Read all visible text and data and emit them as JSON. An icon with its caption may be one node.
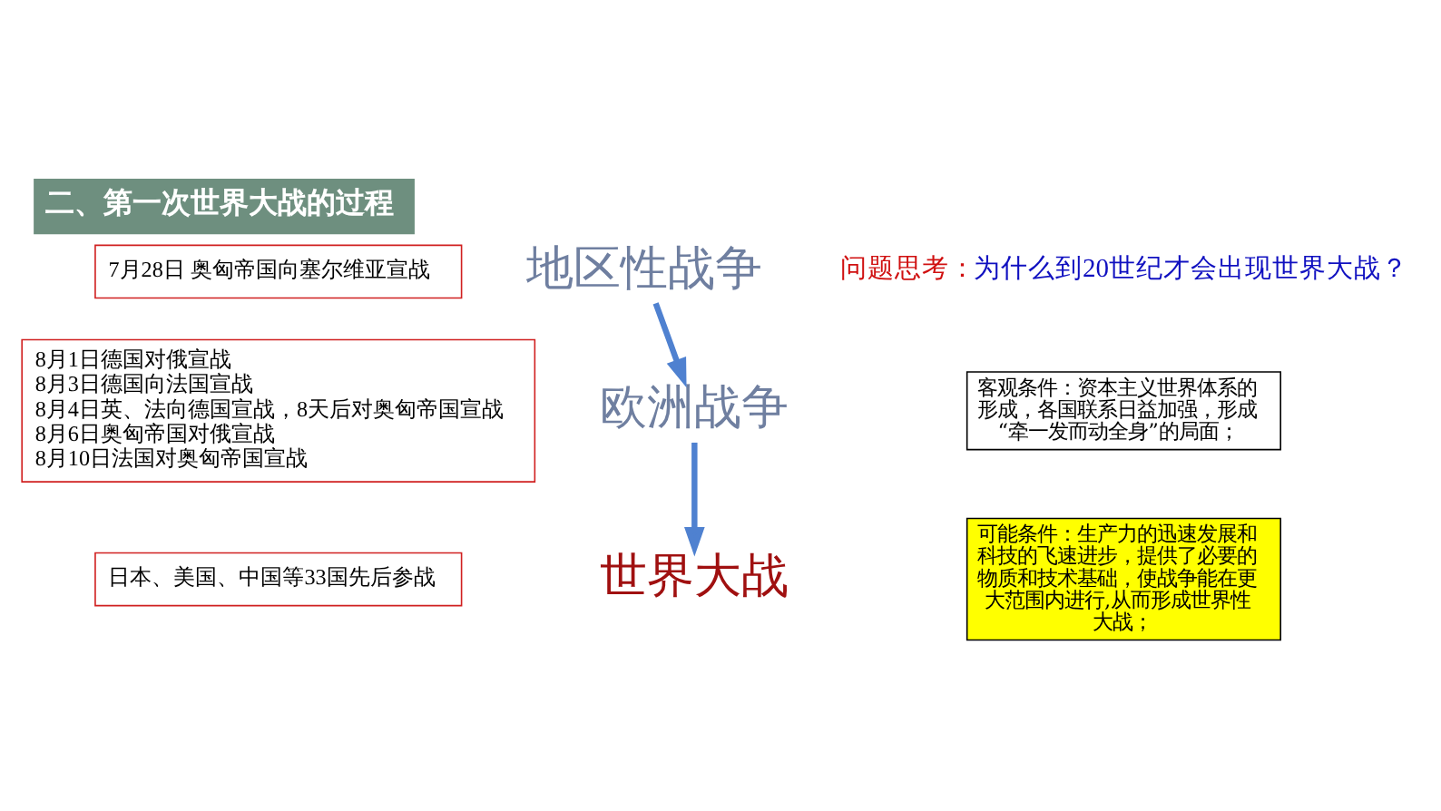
{
  "diagram": {
    "title": "二、第一次世界大战的过程",
    "nodes": [
      {
        "text": [
          "7月28日 奥匈帝国向塞尔维亚宣战"
        ]
      },
      {
        "text": [
          "地区性战争"
        ]
      },
      {
        "text": [
          "8月1日德国对俄宣战",
          "8月3日德国向法国宣战",
          "8月4日英、法向德国宣战，8天后对奥匈帝国宣战",
          "8月6日奥匈帝国对俄宣战",
          "8月10日法国对奥匈帝国宣战"
        ]
      },
      {
        "text": [
          "欧洲战争"
        ]
      },
      {
        "text": [
          "日本、美国、中国等33国先后参战"
        ]
      },
      {
        "text": [
          "世界大战"
        ]
      },
      {
        "text": [
          "客观条件：资本主义世界体系的形成，各国联系日益加强，形成“牵一发而动全身”的局面；"
        ]
      },
      {
        "text": [
          "可能条件：生产力的迅速发展和科技的飞速进步，提供了必要的物质和技术基础，使战争能在更大范围内进行,从而形成世界性大战；"
        ]
      }
    ],
    "edges": [
      {
        "from": 1,
        "to": 3,
        "arrow": "to"
      },
      {
        "from": 3,
        "to": 5,
        "arrow": "to"
      }
    ],
    "labels": [
      "问题思考：",
      "为什么到20世纪才会出现世界大战？"
    ]
  }
}
